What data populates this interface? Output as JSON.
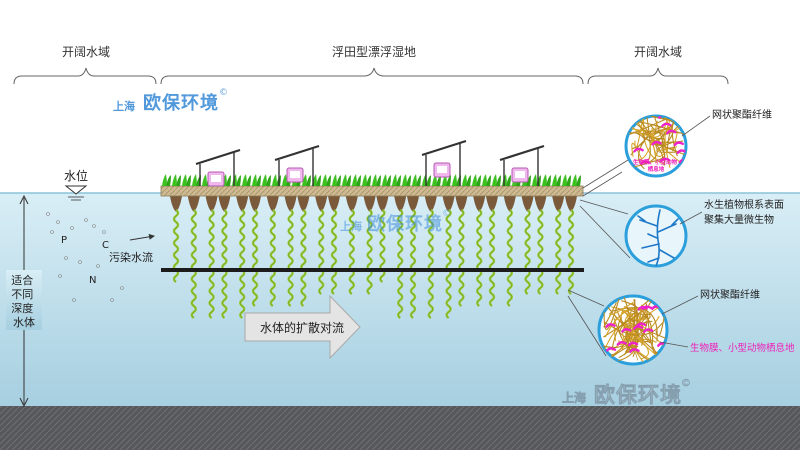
{
  "zones": {
    "left": "开阔水域",
    "center": "浮田型漂浮湿地",
    "right": "开阔水域"
  },
  "water_level_label": "水位",
  "pollutant_flow_label": "污染水流",
  "nutrient_letters": [
    "P",
    "C",
    "N"
  ],
  "depth_label_lines": [
    "适合",
    "不同",
    "深度",
    "水体"
  ],
  "diffusion_label": "水体的扩散对流",
  "callouts": {
    "top_fiber": "网状聚酯纤维",
    "top_biofilm_lines": [
      "生物膜、小型动物",
      "栖息地"
    ],
    "root_lines": [
      "水生植物根系表面",
      "聚集大量微生物"
    ],
    "bottom_fiber": "网状聚酯纤维",
    "bottom_biofilm": "生物膜、小型动物栖息地"
  },
  "watermark": {
    "prefix": "上海",
    "name": "欧保环境",
    "mark": "©"
  },
  "colors": {
    "water_top": "#d6ecf4",
    "water_bottom": "#a9d0e0",
    "sediment": "#5c5e62",
    "platform": "#c9b48f",
    "plant": "#3cc21f",
    "root_brown": "#7a5a3a",
    "fiber_green": "#9ccc3a",
    "biofilm_magenta": "#ee22cc",
    "callout_blue": "#2a9fdc",
    "watermark_blue": "#3f8fd8"
  }
}
